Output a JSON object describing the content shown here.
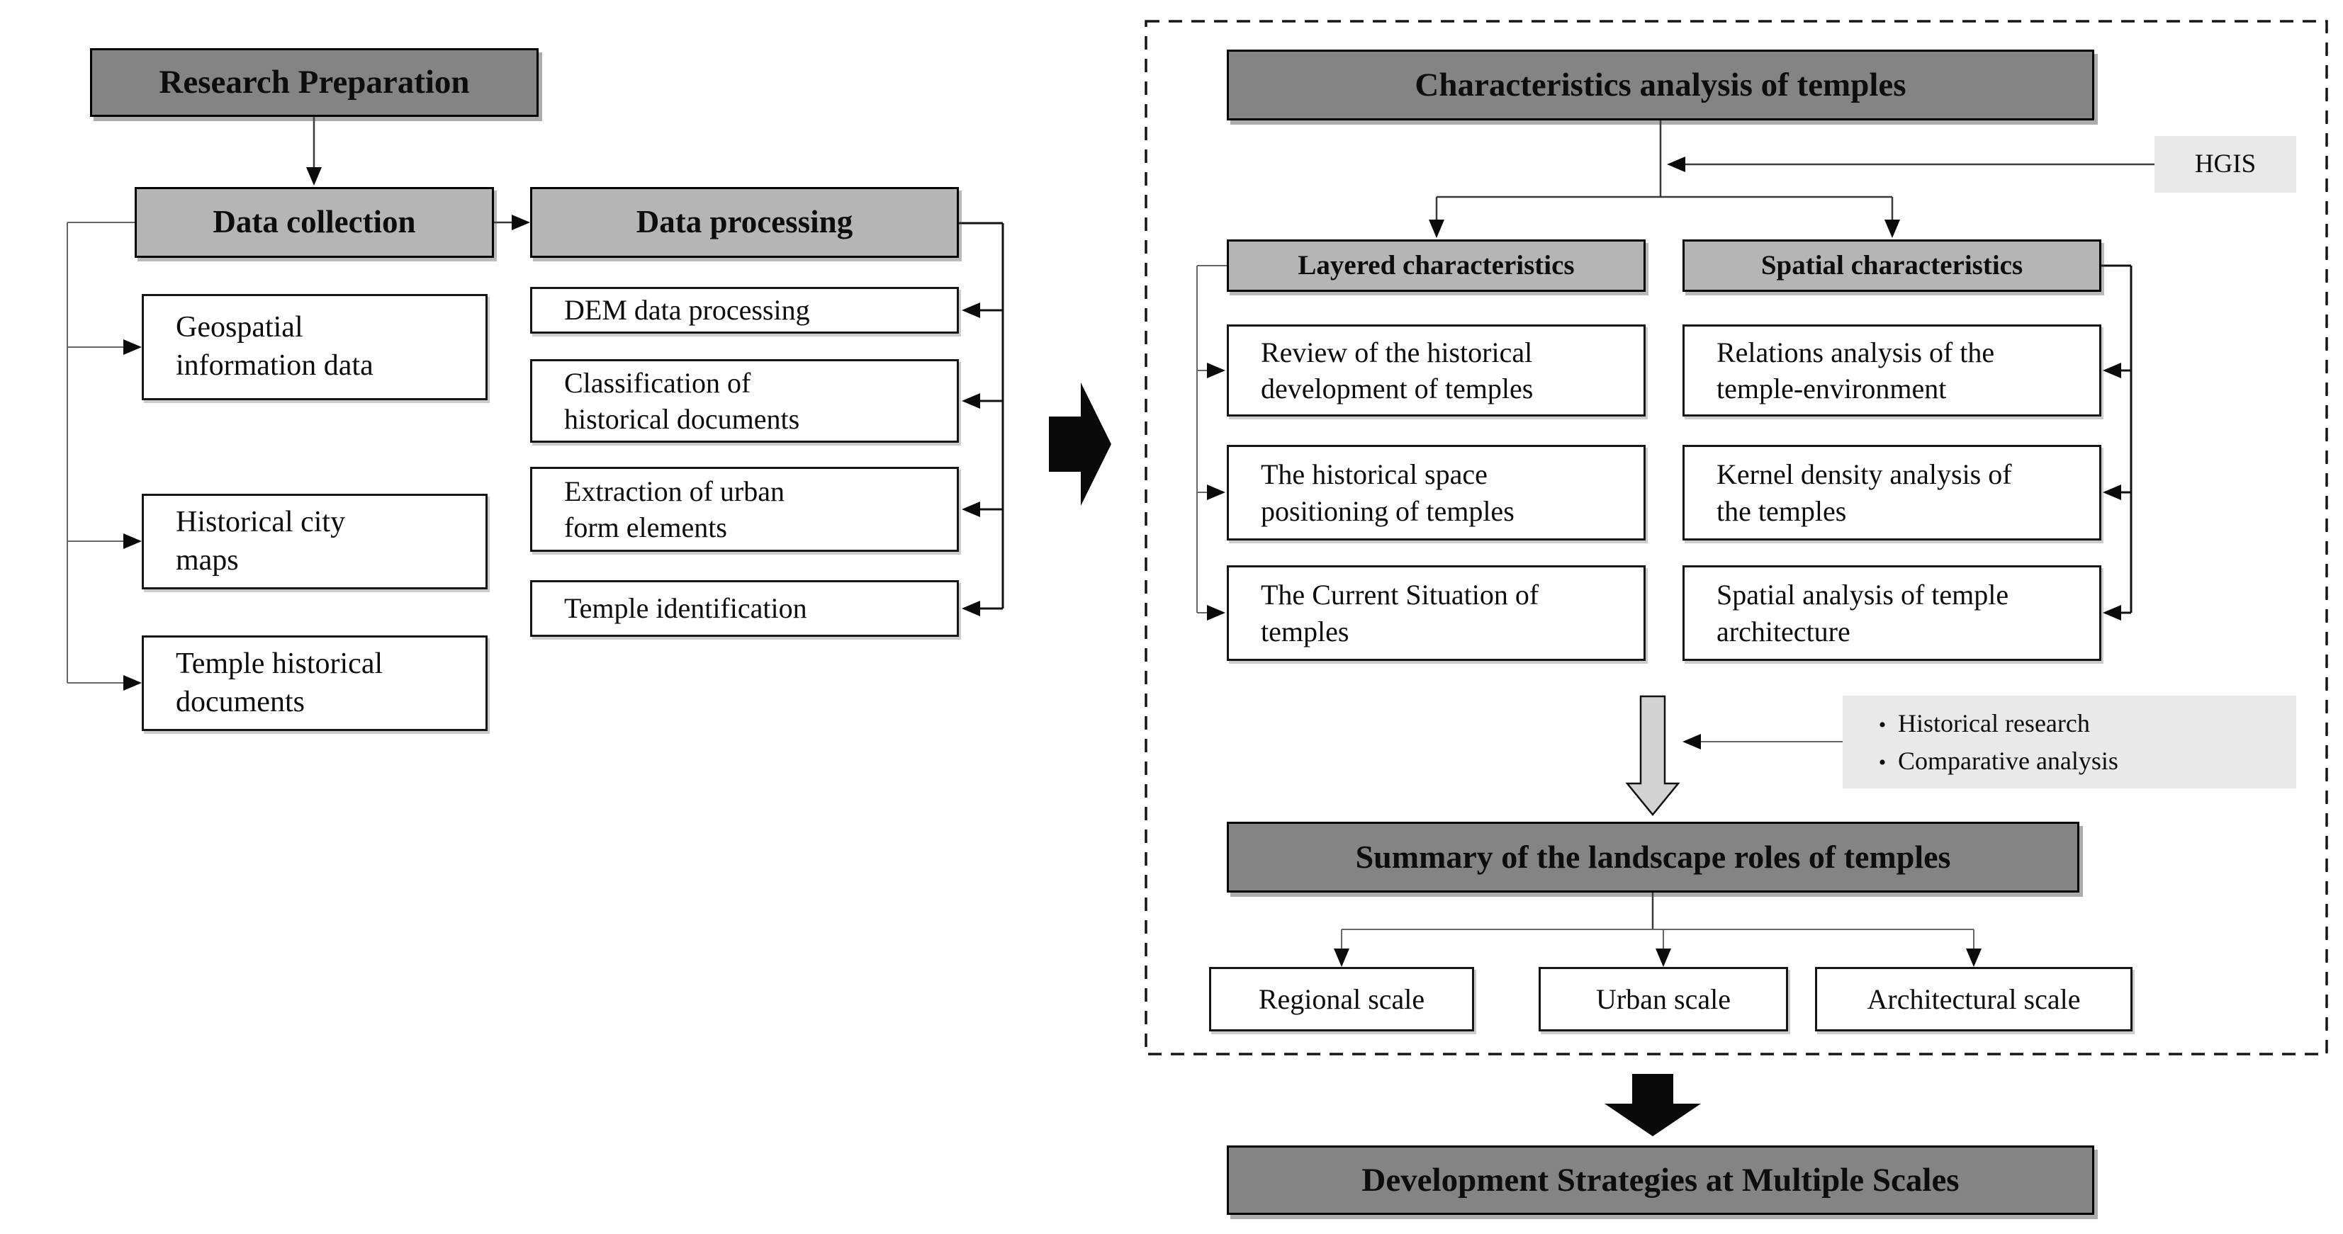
{
  "figure": {
    "left": {
      "research_preparation": "Research Preparation",
      "data_collection": "Data collection",
      "data_processing": "Data processing",
      "collection_items": [
        "Geospatial\ninformation data",
        "Historical city\nmaps",
        "Temple historical\ndocuments"
      ],
      "processing_items": [
        "DEM data processing",
        "Classification of\nhistorical documents",
        "Extraction of urban\nform elements",
        "Temple identification"
      ]
    },
    "right": {
      "title": "Characteristics analysis of temples",
      "hgis_label": "HGIS",
      "layered_title": "Layered characteristics",
      "spatial_title": "Spatial characteristics",
      "layered_items": [
        "Review of the historical\ndevelopment of temples",
        "The historical space\npositioning of temples",
        "The Current Situation of\ntemples"
      ],
      "spatial_items": [
        "Relations analysis of the\ntemple-environment",
        "Kernel density analysis of\nthe temples",
        "Spatial analysis of temple\narchitecture"
      ],
      "note_bullet": "•",
      "note_items": [
        "Historical research",
        "Comparative analysis"
      ],
      "summary": "Summary of the landscape roles of temples",
      "scale_items": [
        "Regional scale",
        "Urban scale",
        "Architectural scale"
      ],
      "development": "Development Strategies at Multiple Scales"
    },
    "colors": {
      "header_fill": "#848484",
      "subheader_fill": "#b5b5b5",
      "white_box_fill": "#ffffff",
      "note_fill": "#e9e9e9",
      "arrow_black": "#0a0a0a",
      "hollow_arrow_fill": "#d2d2d2",
      "line": "#3a3a3a"
    }
  }
}
